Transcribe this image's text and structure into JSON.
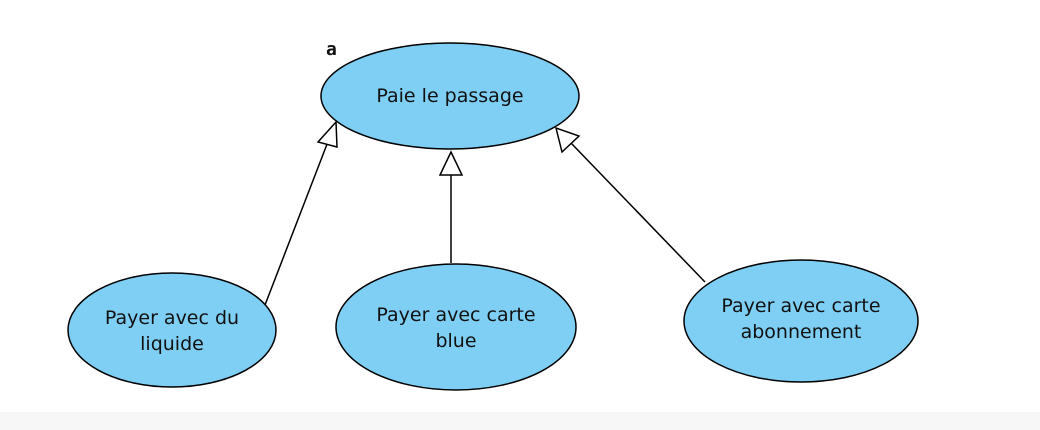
{
  "diagram": {
    "corner_mark": "a",
    "base_use_case": {
      "label": "Paie le passage"
    },
    "specializations": [
      {
        "label": "Payer avec du\nliquide"
      },
      {
        "label": "Payer avec carte\nblue"
      },
      {
        "label": "Payer avec carte\nabonnement"
      }
    ]
  },
  "colors": {
    "ellipse_fill": "#7fcff4",
    "stroke": "#000000"
  }
}
